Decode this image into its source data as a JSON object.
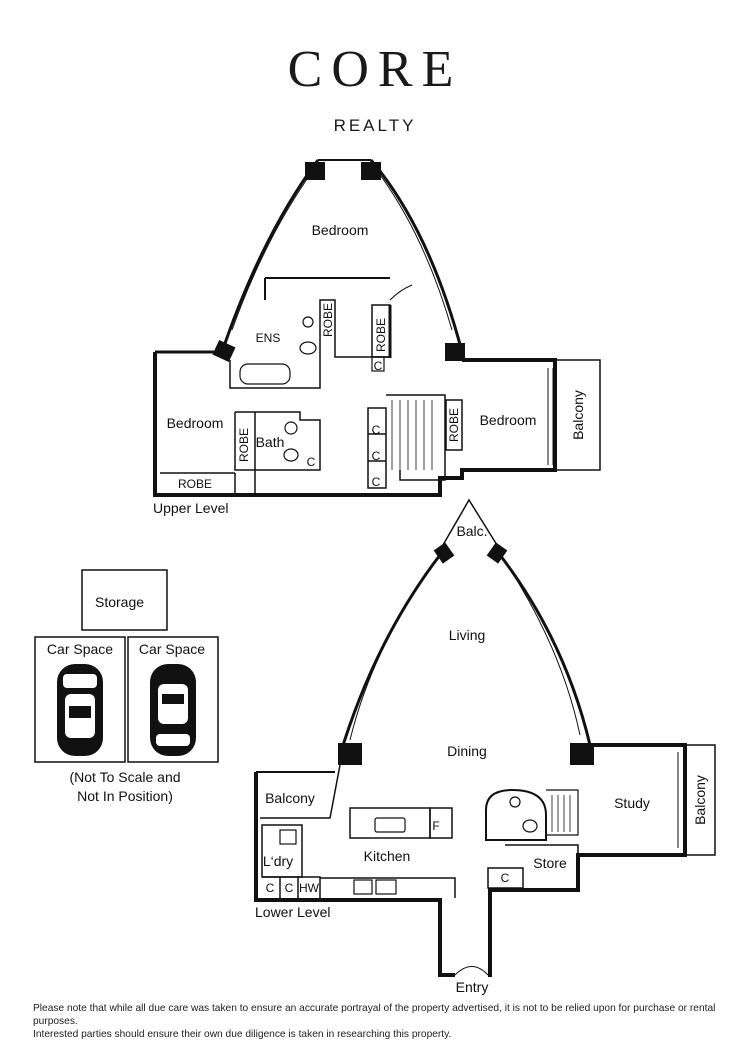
{
  "brand": {
    "name": "CORE",
    "sub": "REALTY"
  },
  "upper": {
    "level_label": "Upper Level",
    "rooms": {
      "bedroom_top": "Bedroom",
      "ens": "ENS",
      "robe_a": "ROBE",
      "robe_b": "ROBE",
      "c_small": "C",
      "bedroom_left": "Bedroom",
      "robe_left": "ROBE",
      "robe_bottom": "ROBE",
      "bath": "Bath",
      "c_bath": "C",
      "c1": "C",
      "c2": "C",
      "c3": "C",
      "robe_right": "ROBE",
      "bedroom_right": "Bedroom",
      "balcony": "Balcony"
    }
  },
  "lower": {
    "level_label": "Lower Level",
    "rooms": {
      "balc": "Balc.",
      "living": "Living",
      "dining": "Dining",
      "balcony_left": "Balcony",
      "kitchen": "Kitchen",
      "fridge": "F",
      "laundry": "L‘dry",
      "c1": "C",
      "c2": "C",
      "hw": "HW",
      "store": "Store",
      "c_store": "C",
      "study": "Study",
      "balcony_right": "Balcony",
      "entry": "Entry"
    }
  },
  "parking": {
    "storage": "Storage",
    "car_space_1": "Car Space",
    "car_space_2": "Car Space",
    "note_line1": "(Not To Scale and",
    "note_line2": "Not In Position)"
  },
  "disclaimer": {
    "line1": "Please note that while all due care was taken to ensure an accurate portrayal of the property advertised, it is not to be relied upon for purchase or rental purposes.",
    "line2": "Interested parties should ensure their own due diligence is taken in researching this property."
  }
}
